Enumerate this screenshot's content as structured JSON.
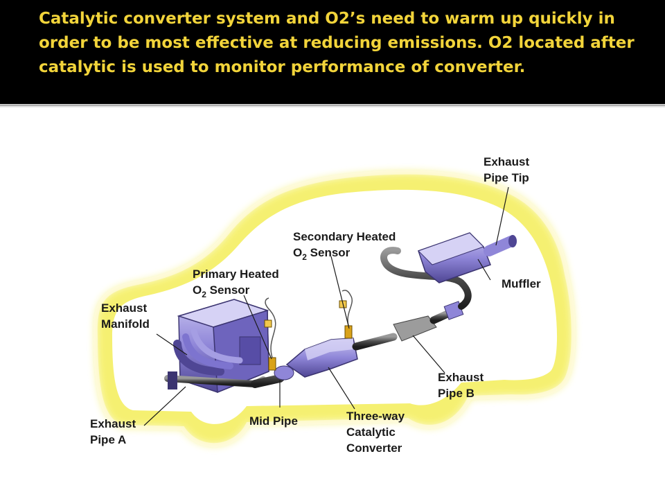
{
  "slide": {
    "title": "Catalytic converter system and O2’s need to warm up quickly in order to be most effective at reducing emissions. O2 located after catalytic is used to monitor performance  of converter.",
    "colors": {
      "title_text": "#f2d43a",
      "title_bar": "#000000",
      "glow": "#f5f06a",
      "component": "#8f86d8"
    }
  },
  "diagram": {
    "labels": {
      "exhaust_pipe_tip_1": "Exhaust",
      "exhaust_pipe_tip_2": "Pipe Tip",
      "secondary_1": "Secondary Heated",
      "secondary_2a": "O",
      "secondary_2sub": "2",
      "secondary_2b": " Sensor",
      "primary_1": "Primary Heated",
      "primary_2a": "O",
      "primary_2sub": "2",
      "primary_2b": " Sensor",
      "muffler": "Muffler",
      "exhaust_manifold_1": "Exhaust",
      "exhaust_manifold_2": "Manifold",
      "exhaust_pipe_b_1": "Exhaust",
      "exhaust_pipe_b_2": "Pipe B",
      "exhaust_pipe_a_1": "Exhaust",
      "exhaust_pipe_a_2": "Pipe A",
      "mid_pipe": "Mid Pipe",
      "three_way_1": "Three-way",
      "three_way_2": "Catalytic",
      "three_way_3": "Converter"
    }
  }
}
